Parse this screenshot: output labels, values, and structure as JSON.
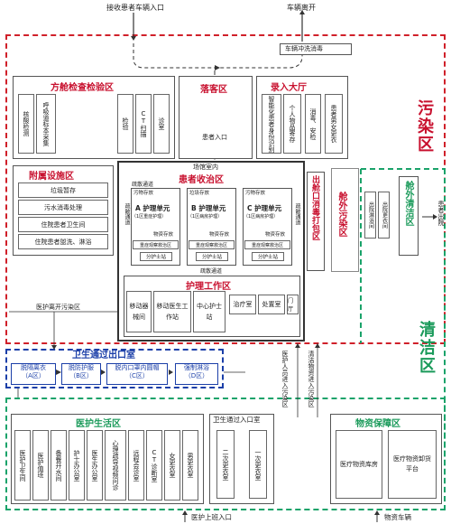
{
  "top": {
    "entrance": "接收患者车辆入口",
    "exit": "车辆离开",
    "wash": "车辆冲洗消毒"
  },
  "zones": {
    "contaminated": "污染区",
    "clean": "清洁区",
    "exit_clean": "舱外清洁区",
    "exit_contaminated": "舱外污染区"
  },
  "cabin_check": {
    "title": "方舱检查检验区",
    "items": [
      "核酸检测",
      "呼吸道标本采集",
      "检验",
      "CT扫描",
      "诊室"
    ]
  },
  "drop_off": {
    "title": "落客区",
    "patient_entry": "患者入口"
  },
  "entry_hall": {
    "title": "录入大厅",
    "items": [
      "智能化患者身份识别",
      "个人物品寄存",
      "消毒、安检",
      "患者男女更衣"
    ]
  },
  "auxiliary": {
    "title": "附属设施区",
    "items": [
      "垃圾暂存",
      "污水消毒处理",
      "住院患者卫生间",
      "住院患者盥洗、淋浴"
    ]
  },
  "indoor": {
    "label": "场馆室内",
    "title": "患者收治区",
    "evac": "疏散通道",
    "units": [
      {
        "name": "A 护理单元",
        "sub": "（1区重症护理）",
        "top": "污物存放",
        "mid": "物资存放",
        "room": "重症观察救治区",
        "station": "分护士站"
      },
      {
        "name": "B 护理单元",
        "sub": "（1区病房护理）",
        "top": "垃圾存放",
        "mid": "物资存放",
        "room": "重症观察救治区",
        "station": "分护士站"
      },
      {
        "name": "C 护理单元",
        "sub": "（1区病房护理）",
        "top": "污物存放",
        "mid": "物资存放",
        "room": "重症观察救治区",
        "station": "分护士站"
      }
    ]
  },
  "nursing_work": {
    "title": "护理工作区",
    "items": [
      "移动器械间",
      "移动医生工作站",
      "中心护士站",
      "治疗室",
      "处置室",
      "门厅"
    ]
  },
  "packing": {
    "title": "出舱口消毒打包区"
  },
  "exit_rooms": {
    "items": [
      "出院淋浴间",
      "出院更衣间"
    ]
  },
  "discharge": "患者出院",
  "medic_leave": "医护离开污染区",
  "medic_into": "医护人员进入污染区",
  "supply_into": "清洁物资进入污染区",
  "sanitation_exit": {
    "title": "卫生通过出口室",
    "items": [
      {
        "label": "脱隔离衣",
        "zone": "（A区）"
      },
      {
        "label": "脱防护服",
        "zone": "（B区）"
      },
      {
        "label": "脱内口罩内圆帽",
        "zone": "（C区）"
      },
      {
        "label": "强制淋浴",
        "zone": "（D区）"
      }
    ]
  },
  "medic_living": {
    "title": "医护生活区",
    "items": [
      "医护卫生间",
      "医护值班",
      "备餐开水间",
      "护士办公室",
      "医生办公室",
      "心理疏导视频问诊",
      "远程会诊室",
      "CT诊断室",
      "女更衣室",
      "男更衣室"
    ]
  },
  "sanitation_entry": {
    "title": "卫生通过入口室",
    "items": [
      "二次更衣室",
      "一次更衣室"
    ]
  },
  "supply": {
    "title": "物资保障区",
    "items": [
      "医疗物资库房",
      "医疗物资卸货平台"
    ]
  },
  "bottom": {
    "medic_entry": "医护上班入口",
    "supply_vehicle": "物资车辆"
  }
}
